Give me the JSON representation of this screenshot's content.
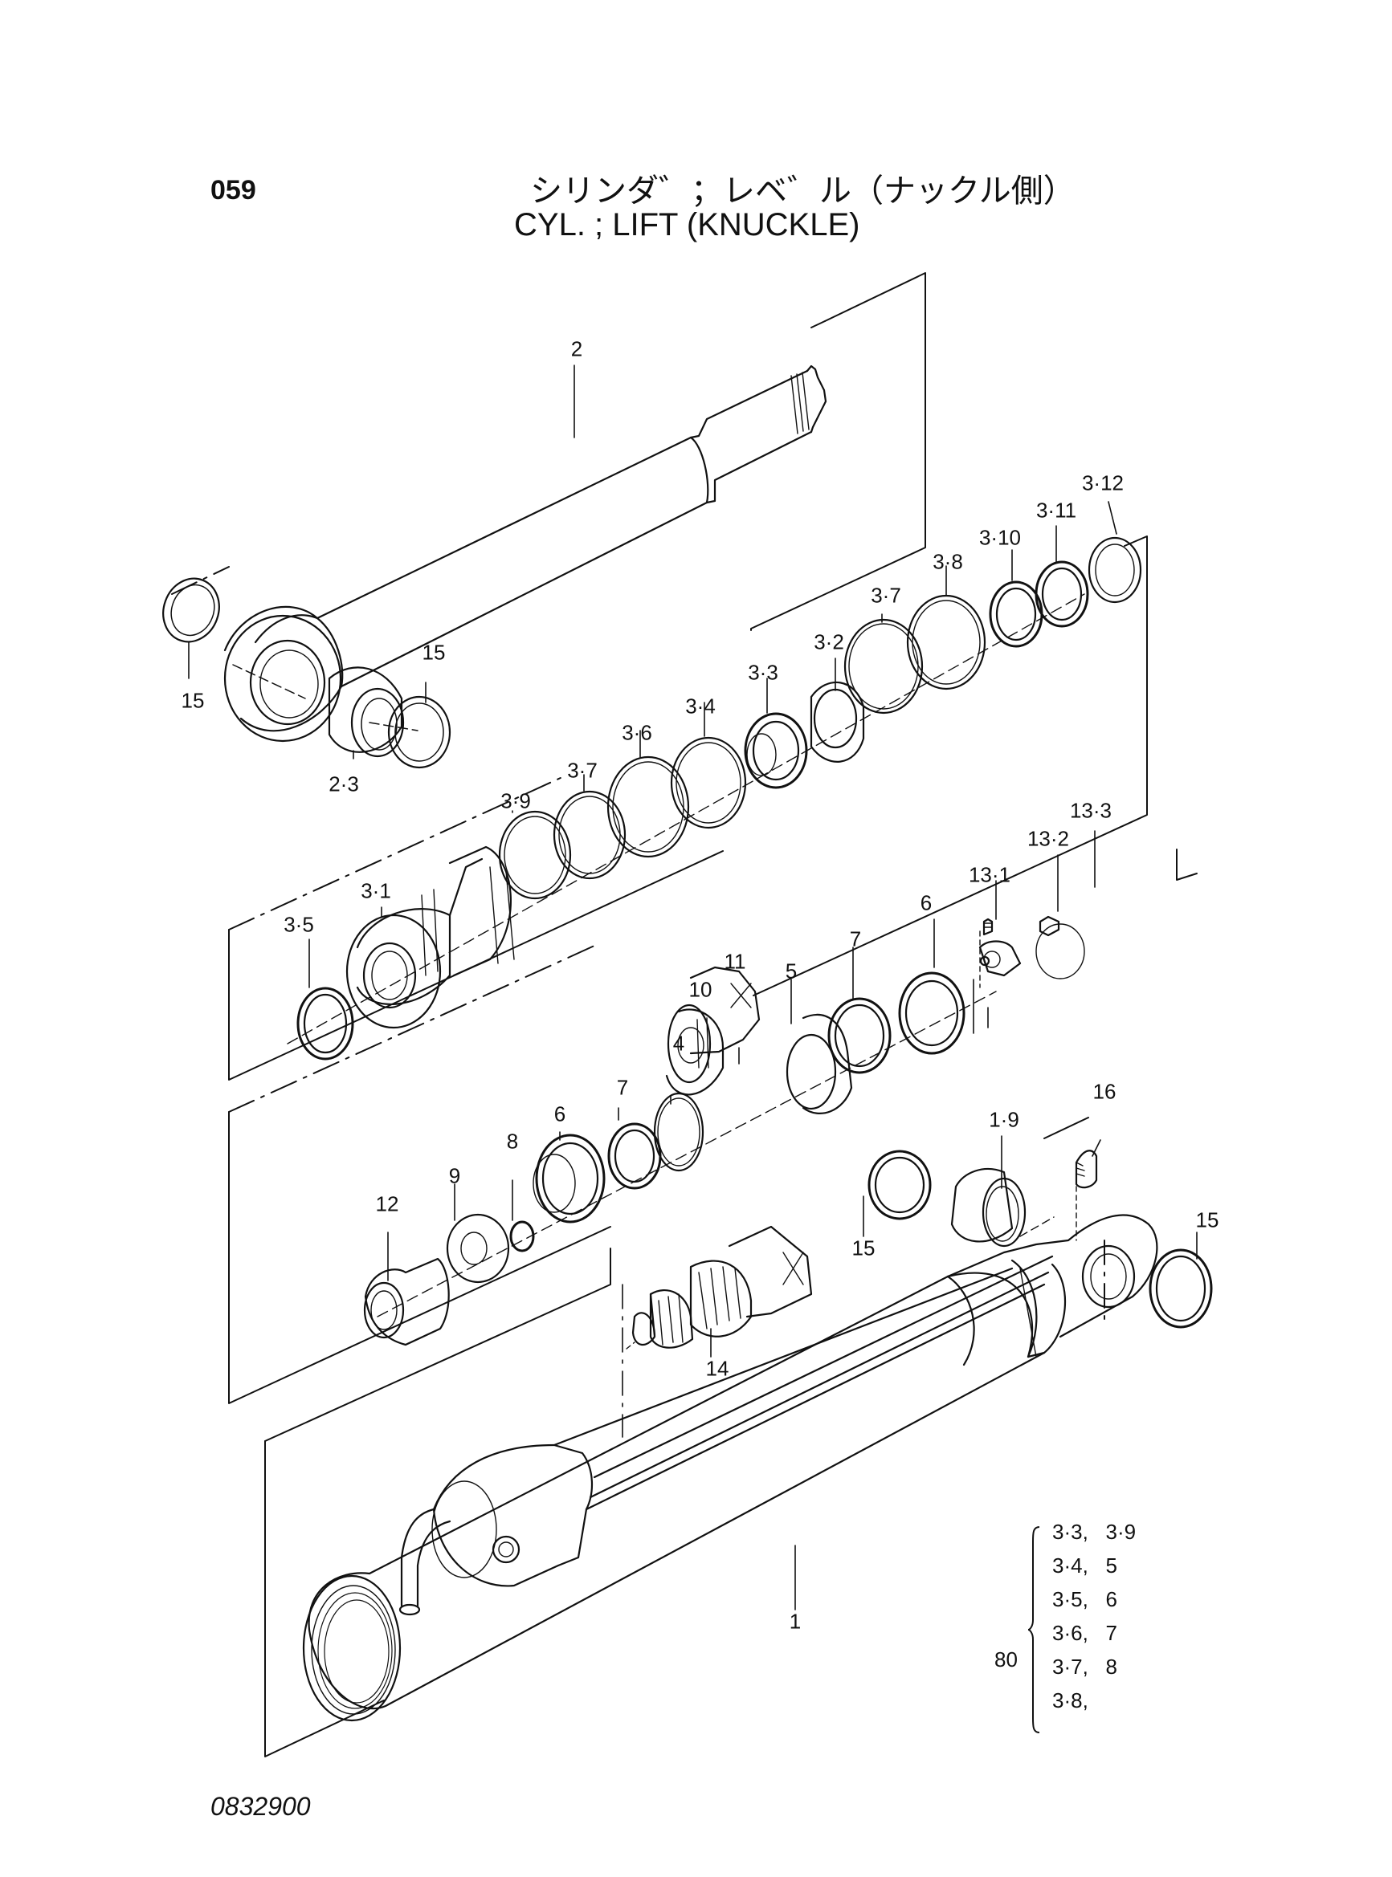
{
  "header": {
    "page_no": "059",
    "title_jp": "シリンダ゛；レベ゛ル（ナックル側）",
    "title_en": "CYL. ; LIFT (KNUCKLE)"
  },
  "drawing_no": "0832900",
  "callouts": [
    "2",
    "15",
    "15",
    "2·3",
    "3·12",
    "3·11",
    "3·10",
    "3·8",
    "3·7",
    "3·2",
    "3·3",
    "3·4",
    "3·6",
    "3·7",
    "3·9",
    "3·1",
    "3·5",
    "13·3",
    "13·2",
    "13·1",
    "6",
    "7",
    "5",
    "11",
    "10",
    "4",
    "7",
    "6",
    "8",
    "9",
    "12",
    "1·9",
    "16",
    "15",
    "15",
    "14",
    "1"
  ],
  "kit": {
    "qty": "80",
    "rows": [
      [
        "3·3,",
        "3·9"
      ],
      [
        "3·4,",
        "5"
      ],
      [
        "3·5,",
        "6"
      ],
      [
        "3·6,",
        "7"
      ],
      [
        "3·7,",
        "8"
      ],
      [
        "3·8,",
        ""
      ]
    ]
  }
}
